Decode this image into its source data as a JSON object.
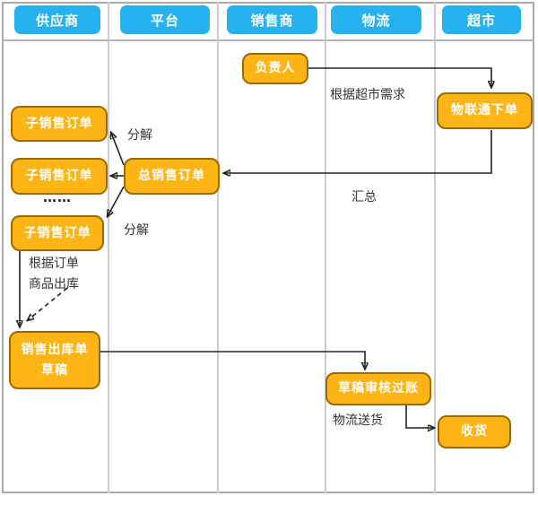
{
  "header": {
    "lanes": [
      {
        "label": "供应商"
      },
      {
        "label": "平台"
      },
      {
        "label": "销售商"
      },
      {
        "label": "物流"
      },
      {
        "label": "超市"
      }
    ]
  },
  "nodes": {
    "fuzeren": {
      "label": "负责人"
    },
    "wuliantong": {
      "label": "物联通下单"
    },
    "zi1": {
      "label": "子销售订单"
    },
    "zi2": {
      "label": "子销售订单"
    },
    "zi3": {
      "label": "子销售订单"
    },
    "zong": {
      "label": "总销售订单"
    },
    "chuku": {
      "line1": "销售出库单",
      "line2": "草稿"
    },
    "shenhe": {
      "label": "草稿审核过账"
    },
    "shouhuo": {
      "label": "收货"
    }
  },
  "annotations": {
    "demand": "根据超市需求",
    "huizong": "汇总",
    "fenjie1": "分解",
    "fenjie2": "分解",
    "ellipsis": "……",
    "genju": "根据订单",
    "chukuTxt": "商品出库",
    "songhuo": "物流送货"
  },
  "colors": {
    "lane_header_blue": "#25b2ee",
    "node_fill": "#fcb514",
    "node_border": "#9c6a00",
    "arrow": "#222222",
    "grid_line": "#cccccc",
    "frame_border": "#aaaaaa"
  }
}
